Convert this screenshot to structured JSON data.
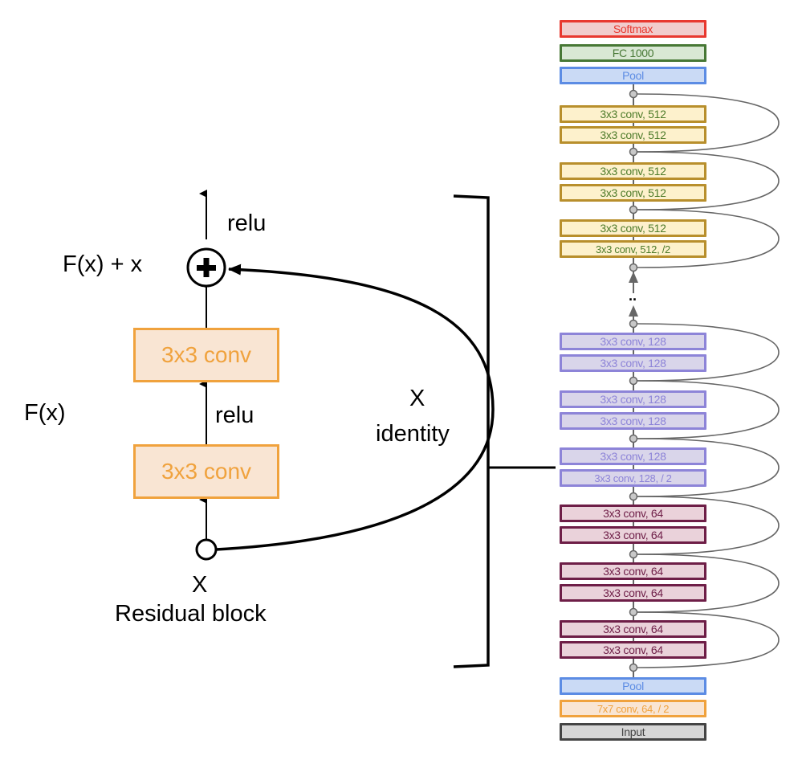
{
  "residual_block": {
    "title": "Residual block",
    "input_label": "X",
    "output_label": "F(x) + x",
    "fx_label": "F(x)",
    "relu_top": "relu",
    "relu_mid": "relu",
    "conv_top": "3x3 conv",
    "conv_bottom": "3x3 conv",
    "identity_x": "X",
    "identity_label": "identity",
    "plus_symbol": "+"
  },
  "network": {
    "ellipsis": "..",
    "layers": [
      {
        "label": "Softmax",
        "type": "softmax",
        "border": "#e8382f",
        "fill": "#f1cccc",
        "text": "#e8382f"
      },
      {
        "label": "FC 1000",
        "type": "fc",
        "border": "#477835",
        "fill": "#d9e8d4",
        "text": "#477835"
      },
      {
        "label": "Pool",
        "type": "pool",
        "border": "#5c8ce4",
        "fill": "#cadaf5",
        "text": "#5c8ce4"
      },
      {
        "label": "3x3 conv, 512",
        "type": "conv512",
        "border": "#b88f2c",
        "fill": "#fdf1cc",
        "text": "#4f7c2b"
      },
      {
        "label": "3x3 conv, 512",
        "type": "conv512",
        "border": "#b88f2c",
        "fill": "#fdf1cc",
        "text": "#4f7c2b"
      },
      {
        "label": "3x3 conv, 512",
        "type": "conv512",
        "border": "#b88f2c",
        "fill": "#fdf1cc",
        "text": "#4f7c2b"
      },
      {
        "label": "3x3 conv, 512",
        "type": "conv512",
        "border": "#b88f2c",
        "fill": "#fdf1cc",
        "text": "#4f7c2b"
      },
      {
        "label": "3x3 conv, 512",
        "type": "conv512",
        "border": "#b88f2c",
        "fill": "#fdf1cc",
        "text": "#4f7c2b"
      },
      {
        "label": "3x3 conv, 512, /2",
        "type": "conv512",
        "border": "#b88f2c",
        "fill": "#fdf1cc",
        "text": "#4f7c2b"
      },
      {
        "label": "3x3 conv, 128",
        "type": "conv128",
        "border": "#8d84d8",
        "fill": "#d9d5ea",
        "text": "#8d84d8"
      },
      {
        "label": "3x3 conv, 128",
        "type": "conv128",
        "border": "#8d84d8",
        "fill": "#d9d5ea",
        "text": "#8d84d8"
      },
      {
        "label": "3x3 conv, 128",
        "type": "conv128",
        "border": "#8d84d8",
        "fill": "#d9d5ea",
        "text": "#8d84d8"
      },
      {
        "label": "3x3 conv, 128",
        "type": "conv128",
        "border": "#8d84d8",
        "fill": "#d9d5ea",
        "text": "#8d84d8"
      },
      {
        "label": "3x3 conv, 128",
        "type": "conv128",
        "border": "#8d84d8",
        "fill": "#d9d5ea",
        "text": "#8d84d8"
      },
      {
        "label": "3x3 conv, 128, / 2",
        "type": "conv128",
        "border": "#8d84d8",
        "fill": "#d9d5ea",
        "text": "#8d84d8"
      },
      {
        "label": "3x3 conv, 64",
        "type": "conv64",
        "border": "#6e1e47",
        "fill": "#ead2da",
        "text": "#6e1e47"
      },
      {
        "label": "3x3 conv, 64",
        "type": "conv64",
        "border": "#6e1e47",
        "fill": "#ead2da",
        "text": "#6e1e47"
      },
      {
        "label": "3x3 conv, 64",
        "type": "conv64",
        "border": "#6e1e47",
        "fill": "#ead2da",
        "text": "#6e1e47"
      },
      {
        "label": "3x3 conv, 64",
        "type": "conv64",
        "border": "#6e1e47",
        "fill": "#ead2da",
        "text": "#6e1e47"
      },
      {
        "label": "3x3 conv, 64",
        "type": "conv64",
        "border": "#6e1e47",
        "fill": "#ead2da",
        "text": "#6e1e47"
      },
      {
        "label": "3x3 conv, 64",
        "type": "conv64",
        "border": "#6e1e47",
        "fill": "#ead2da",
        "text": "#6e1e47"
      },
      {
        "label": "Pool",
        "type": "pool",
        "border": "#5c8ce4",
        "fill": "#cadaf5",
        "text": "#5c8ce4"
      },
      {
        "label": "7x7 conv, 64, / 2",
        "type": "conv7",
        "border": "#f0a23d",
        "fill": "#f9e5d3",
        "text": "#f0a23d"
      },
      {
        "label": "Input",
        "type": "input",
        "border": "#444444",
        "fill": "#d6d6d6",
        "text": "#444444"
      }
    ]
  }
}
